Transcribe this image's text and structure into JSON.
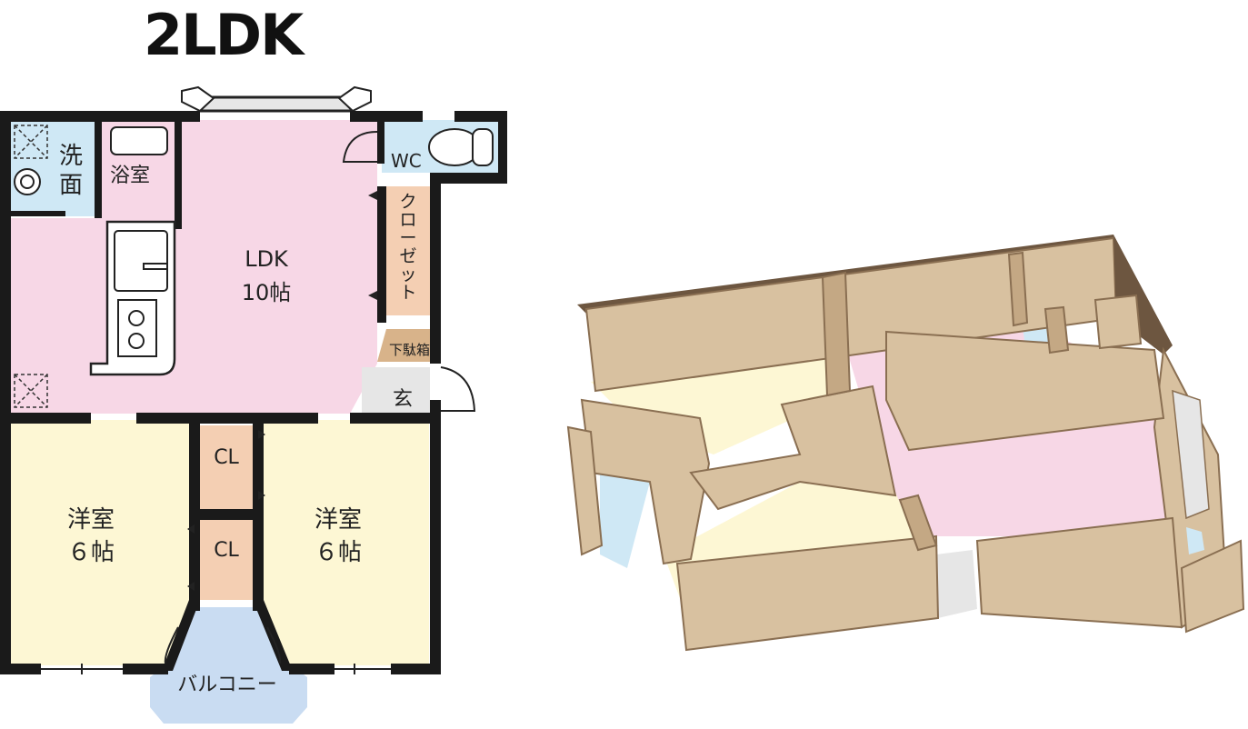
{
  "title": "2LDK",
  "rooms": {
    "senmen": "洗面",
    "yokushitsu": "浴室",
    "wc": "WC",
    "ldk": "LDK",
    "ldk_size": "10帖",
    "closet": "クローゼット",
    "getabako": "下駄箱",
    "genkan": "玄",
    "cl_top": "CL",
    "cl_bottom": "CL",
    "western_left": "洋室",
    "western_left_size": "６帖",
    "western_right": "洋室",
    "western_right_size": "６帖",
    "balcony": "バルコニー"
  },
  "colors": {
    "wall": "#1a1a1a",
    "pink": "#f7d7e6",
    "yellow": "#fdf7d4",
    "blue": "#cfe8f5",
    "tan": "#f4cfb3",
    "brown": "#d8b38a",
    "gray": "#e6e6e6",
    "iso_wall": "#d8c1a0",
    "iso_wall_dark": "#8a6f52"
  }
}
